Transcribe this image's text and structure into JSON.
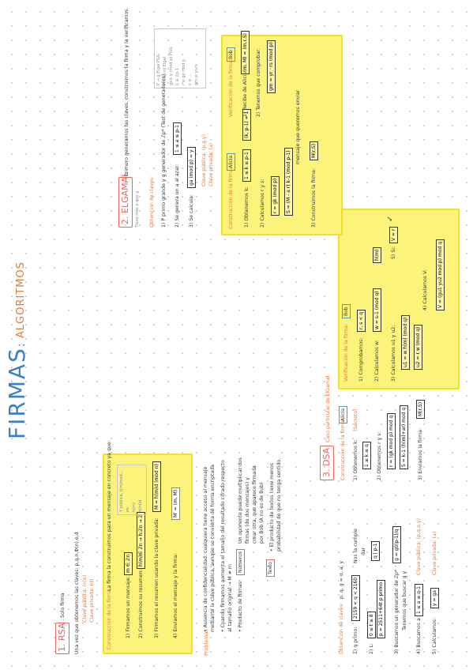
{
  "title": "FIRMAS: ALGORITMOS",
  "title_main": "FIRMAS",
  "title_sub": "ALGORITMOS",
  "rsa": {
    "heading": "1. RSA",
    "subtitle": ": Solo firma",
    "intro": "Una vez que obtenemos las claves: p,q,n,Φ(n),e,d",
    "public_key": "Clave pública: (n,e)",
    "private_key": "Clave privada: (d)",
    "construction_title": "Construcción de la firma:",
    "construction_desc": "La firma la construimos para un mensaje en concreto ya que:",
    "steps": [
      "1) Firmamos un mensaje:",
      "2) Construimos su resumen:",
      "3) Firmamos el resumen usando la clave privada:",
      "4) Enviamos el mensaje y la firma:"
    ],
    "step_boxes": [
      "m ∈ ℤn",
      "h(m)∈ ℤn   → h:ℤn → ℤ",
      "M = h(m)d (mod n)",
      "M' = (m, M)"
    ],
    "note_grey": [
      "Y pública, t(m)mod...",
      "es",
      "h(m)",
      "h(m)d"
    ],
    "problems_title": "Problemas",
    "problems": [
      "• Ausencia de confidencialidad: cualquiera tiene acceso al mensaje",
      "  mediante la clave pública, aunque se convierta de forma encriptada",
      "• Cuando firmamos aumenta el tamaño del resultado cifrado respecto",
      "  al tamaño original → M ≠ m",
      "• Producto de firmas:",
      "  firmas (de dos mensajes) y",
      "  crear otra, que aparece firmada",
      "  por Bob (A no es de Bob)",
      "• El producto de textos tiene menos",
      "  probabilidad de que no tenga sentido."
    ],
    "products_box": "Números",
    "products_text": "Un oponente puede multiplicar dos",
    "texto_label": "Texto"
  },
  "elgamal": {
    "heading": "2. ELGAMAL",
    "intro": "Primero generamos las claves, construimos la firma y la verificamos.",
    "note": "Tiene más p que g",
    "keys_title": "Obtención de claves:",
    "key_steps": [
      "1) P primo grande y g generador de ℤp* (Test de generadores)",
      "2) Se genera un a al azar:",
      "3) Se calcula:"
    ],
    "key_boxes": [
      "1 ≤ a ≤ p-1",
      "ga (mod p) = y"
    ],
    "public_key": "Clave pública: (p,g,y)",
    "private_key": "Clave privada: (a)",
    "grey_note": [
      "P → g  Elgal PGG",
      "H: (Sp-n) Elgal",
      "gx≡ y (mod p) PGG",
      "k ∈ ℤp-1",
      "r ≡ gk mod p",
      "s ≡ ...",
      "gm ≡ yr rs"
    ],
    "construction_title": "Construcción de la firma:",
    "construction_who": "Alicia",
    "c_steps": [
      "1) Obtenemos k:",
      "2) Calculamos r y s:",
      "3) Construimos la firma:"
    ],
    "c_boxes": [
      "1 ≤ k ≤ p-1",
      "(k, p-1) = 1",
      "r = gk (mod p)",
      "S = (M - a r) k-1 (mod p-1)",
      "M(r,S)"
    ],
    "message_note": "mensaje que queremos enviar",
    "verify_title": "Verificación de la firma:",
    "verify_who": "Bob",
    "v_steps": [
      "1) Recibe de Alicia:",
      "2) Tenemos que comprobar:"
    ],
    "v_boxes": [
      "(m, M) = (m,r,S)",
      "gm = yr · rs (mod p)"
    ]
  },
  "dsa": {
    "heading": "3. DSA",
    "subtitle": "Caso particular de ElGamal",
    "keys_title": "Obtención de claves:",
    "keys_vars": "p, q, g = α, a, y",
    "key_steps": [
      "1) q primo:",
      "2) L:",
      "3) Buscamos un generador de ℤp*",
      "4) Buscamos a:",
      "5) Calculamos:"
    ],
    "key_boxes": [
      "2159 < q < 2160",
      "0 ≤ t ≤ 8",
      "p = 2511+64t p primo",
      "q | p-1",
      "g = g0(p-1)/q",
      "1 ≤ a ≤ q-1",
      "y = ga"
    ],
    "step_notes": [
      "Nos la cumple",
      "dar",
      "Tenemos que buscar g y"
    ],
    "public_key": "Clave pública: (p,q,α,y)",
    "private_key": "Clave privada: (a)",
    "construction_title": "Construcción de la firma:",
    "construction_who": "Alicia",
    "c_steps": [
      "1) Obtenemos k:",
      "2) Obtenemos r y s:",
      "3) Enviamos la firma:"
    ],
    "c_boxes": [
      "1 ≤ k ≤ q",
      "r = (gk mod p) mod q",
      "S = k-1 (h(m)+ar) mod q",
      "M(r,S)"
    ],
    "secret_note": "(Secreto)",
    "verify_title": "Verificación de la firma:",
    "verify_who": "Bob",
    "v_steps": [
      "1) Comprobamos:",
      "2) Calculamos w:",
      "3) Calculamos u1 y u2:",
      "4) Calculamos V:",
      "5) Si:"
    ],
    "v_boxes": [
      "r, s < q",
      "w = s-1 (mod q)",
      "h(m)",
      "u1 = w h(m) (mod q)",
      "u2 = r w (mod q)",
      "V = (gu1 yu2 mod p) mod q",
      "V = r"
    ],
    "check": "✓"
  },
  "colors": {
    "accent": "#e07a3c",
    "highlight": "#fbf37a",
    "heading_box": "#e8655a",
    "title": "#3b7fc4"
  }
}
